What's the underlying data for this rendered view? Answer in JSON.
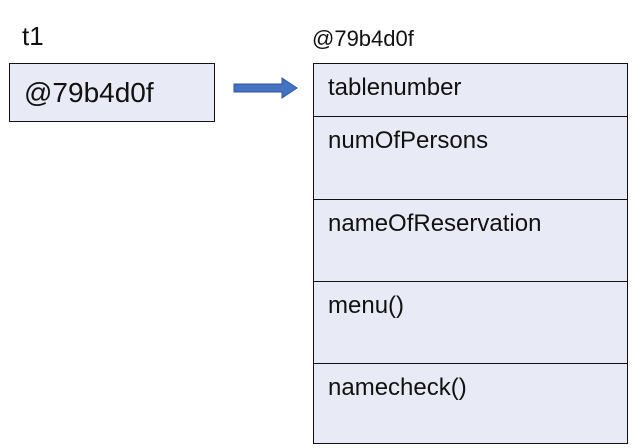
{
  "reference": {
    "variable_name": "t1",
    "value": "@79b4d0f"
  },
  "object": {
    "address": "@79b4d0f",
    "members": [
      "tablenumber",
      "numOfPersons",
      "nameOfReservation",
      "menu()",
      "namecheck()"
    ]
  },
  "colors": {
    "box_fill": "#e8ebf5",
    "arrow": "#4472c4",
    "border": "#111111"
  }
}
